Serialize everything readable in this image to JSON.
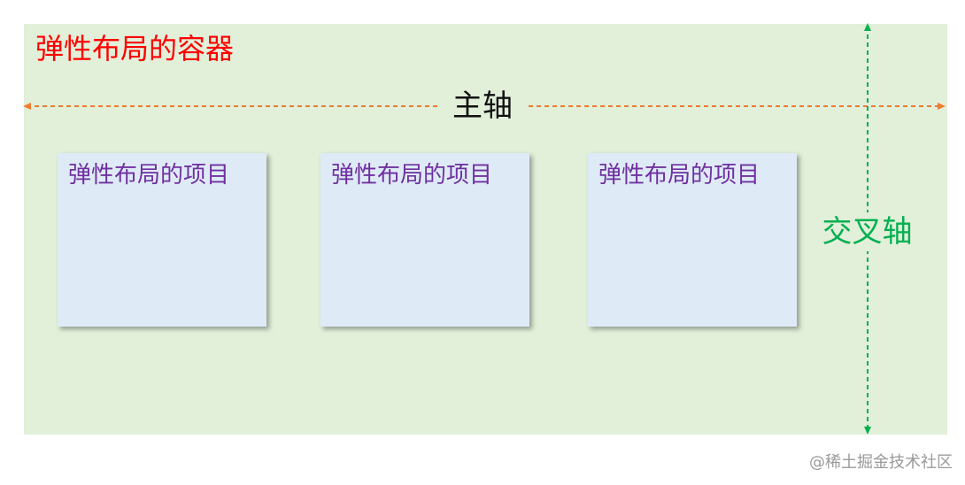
{
  "container": {
    "title": "弹性布局的容器",
    "background": "#e2efd9"
  },
  "axes": {
    "main_label": "主轴",
    "cross_label": "交叉轴",
    "main_color": "#ed7d31",
    "cross_color": "#00b050"
  },
  "items": [
    {
      "label": "弹性布局的项目"
    },
    {
      "label": "弹性布局的项目"
    },
    {
      "label": "弹性布局的项目"
    }
  ],
  "watermark": "@稀土掘金技术社区"
}
